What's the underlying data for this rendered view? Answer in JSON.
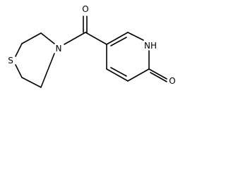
{
  "molecule": {
    "atoms": {
      "carbonyl_oxygen": "O",
      "thiomorpholine_nitrogen": "N",
      "thiomorpholine_sulfur": "S",
      "pyridinone_nh": "NH",
      "pyridinone_oxygen": "O"
    }
  }
}
